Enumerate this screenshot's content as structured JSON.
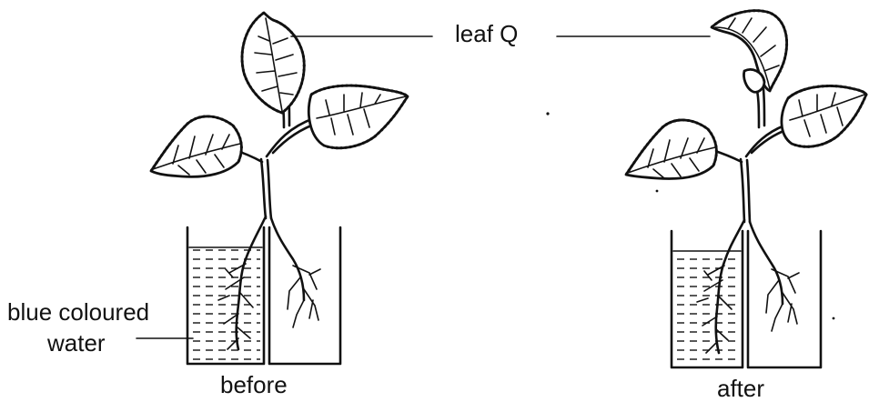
{
  "labels": {
    "leaf": "leaf Q",
    "water_line1": "blue coloured",
    "water_line2": "water",
    "before": "before",
    "after": "after"
  },
  "colors": {
    "ink": "#111111",
    "background": "#ffffff"
  }
}
